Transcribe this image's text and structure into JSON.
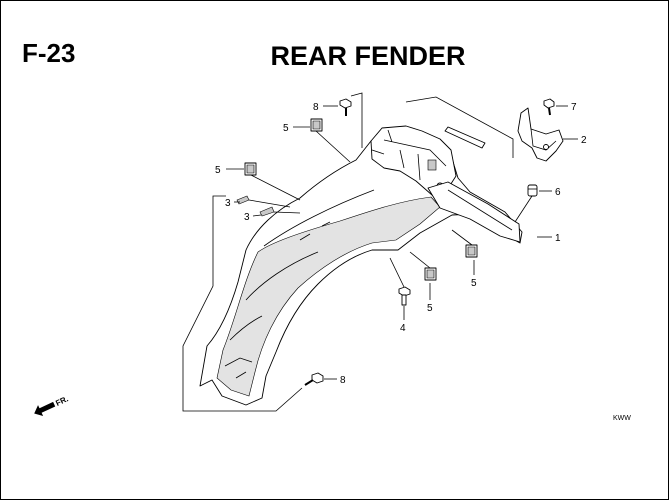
{
  "header": {
    "code": "F-23",
    "title": "REAR FENDER"
  },
  "callouts": [
    "8",
    "7",
    "5",
    "2",
    "5",
    "6",
    "3",
    "3",
    "1",
    "5",
    "4",
    "5",
    "8"
  ],
  "direction": {
    "label": "FR."
  },
  "model_code": "KWW",
  "colors": {
    "line": "#000000",
    "shade": "#e3e3e3",
    "background": "#ffffff"
  }
}
